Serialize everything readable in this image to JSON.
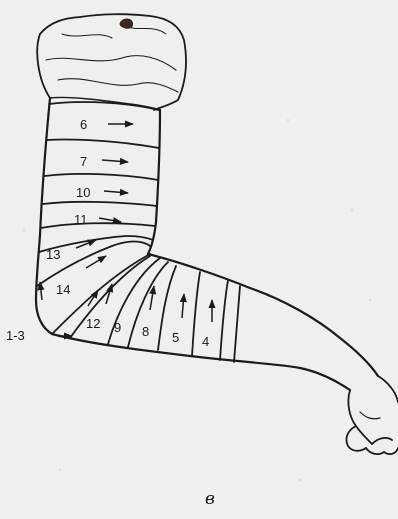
{
  "figure": {
    "caption": "в",
    "bandage_turns": [
      {
        "number": "6"
      },
      {
        "number": "7"
      },
      {
        "number": "10"
      },
      {
        "number": "11"
      },
      {
        "number": "13"
      },
      {
        "number": "14"
      },
      {
        "number": "1-3"
      },
      {
        "number": "12"
      },
      {
        "number": "9"
      },
      {
        "number": "8"
      },
      {
        "number": "5"
      },
      {
        "number": "4"
      }
    ]
  }
}
